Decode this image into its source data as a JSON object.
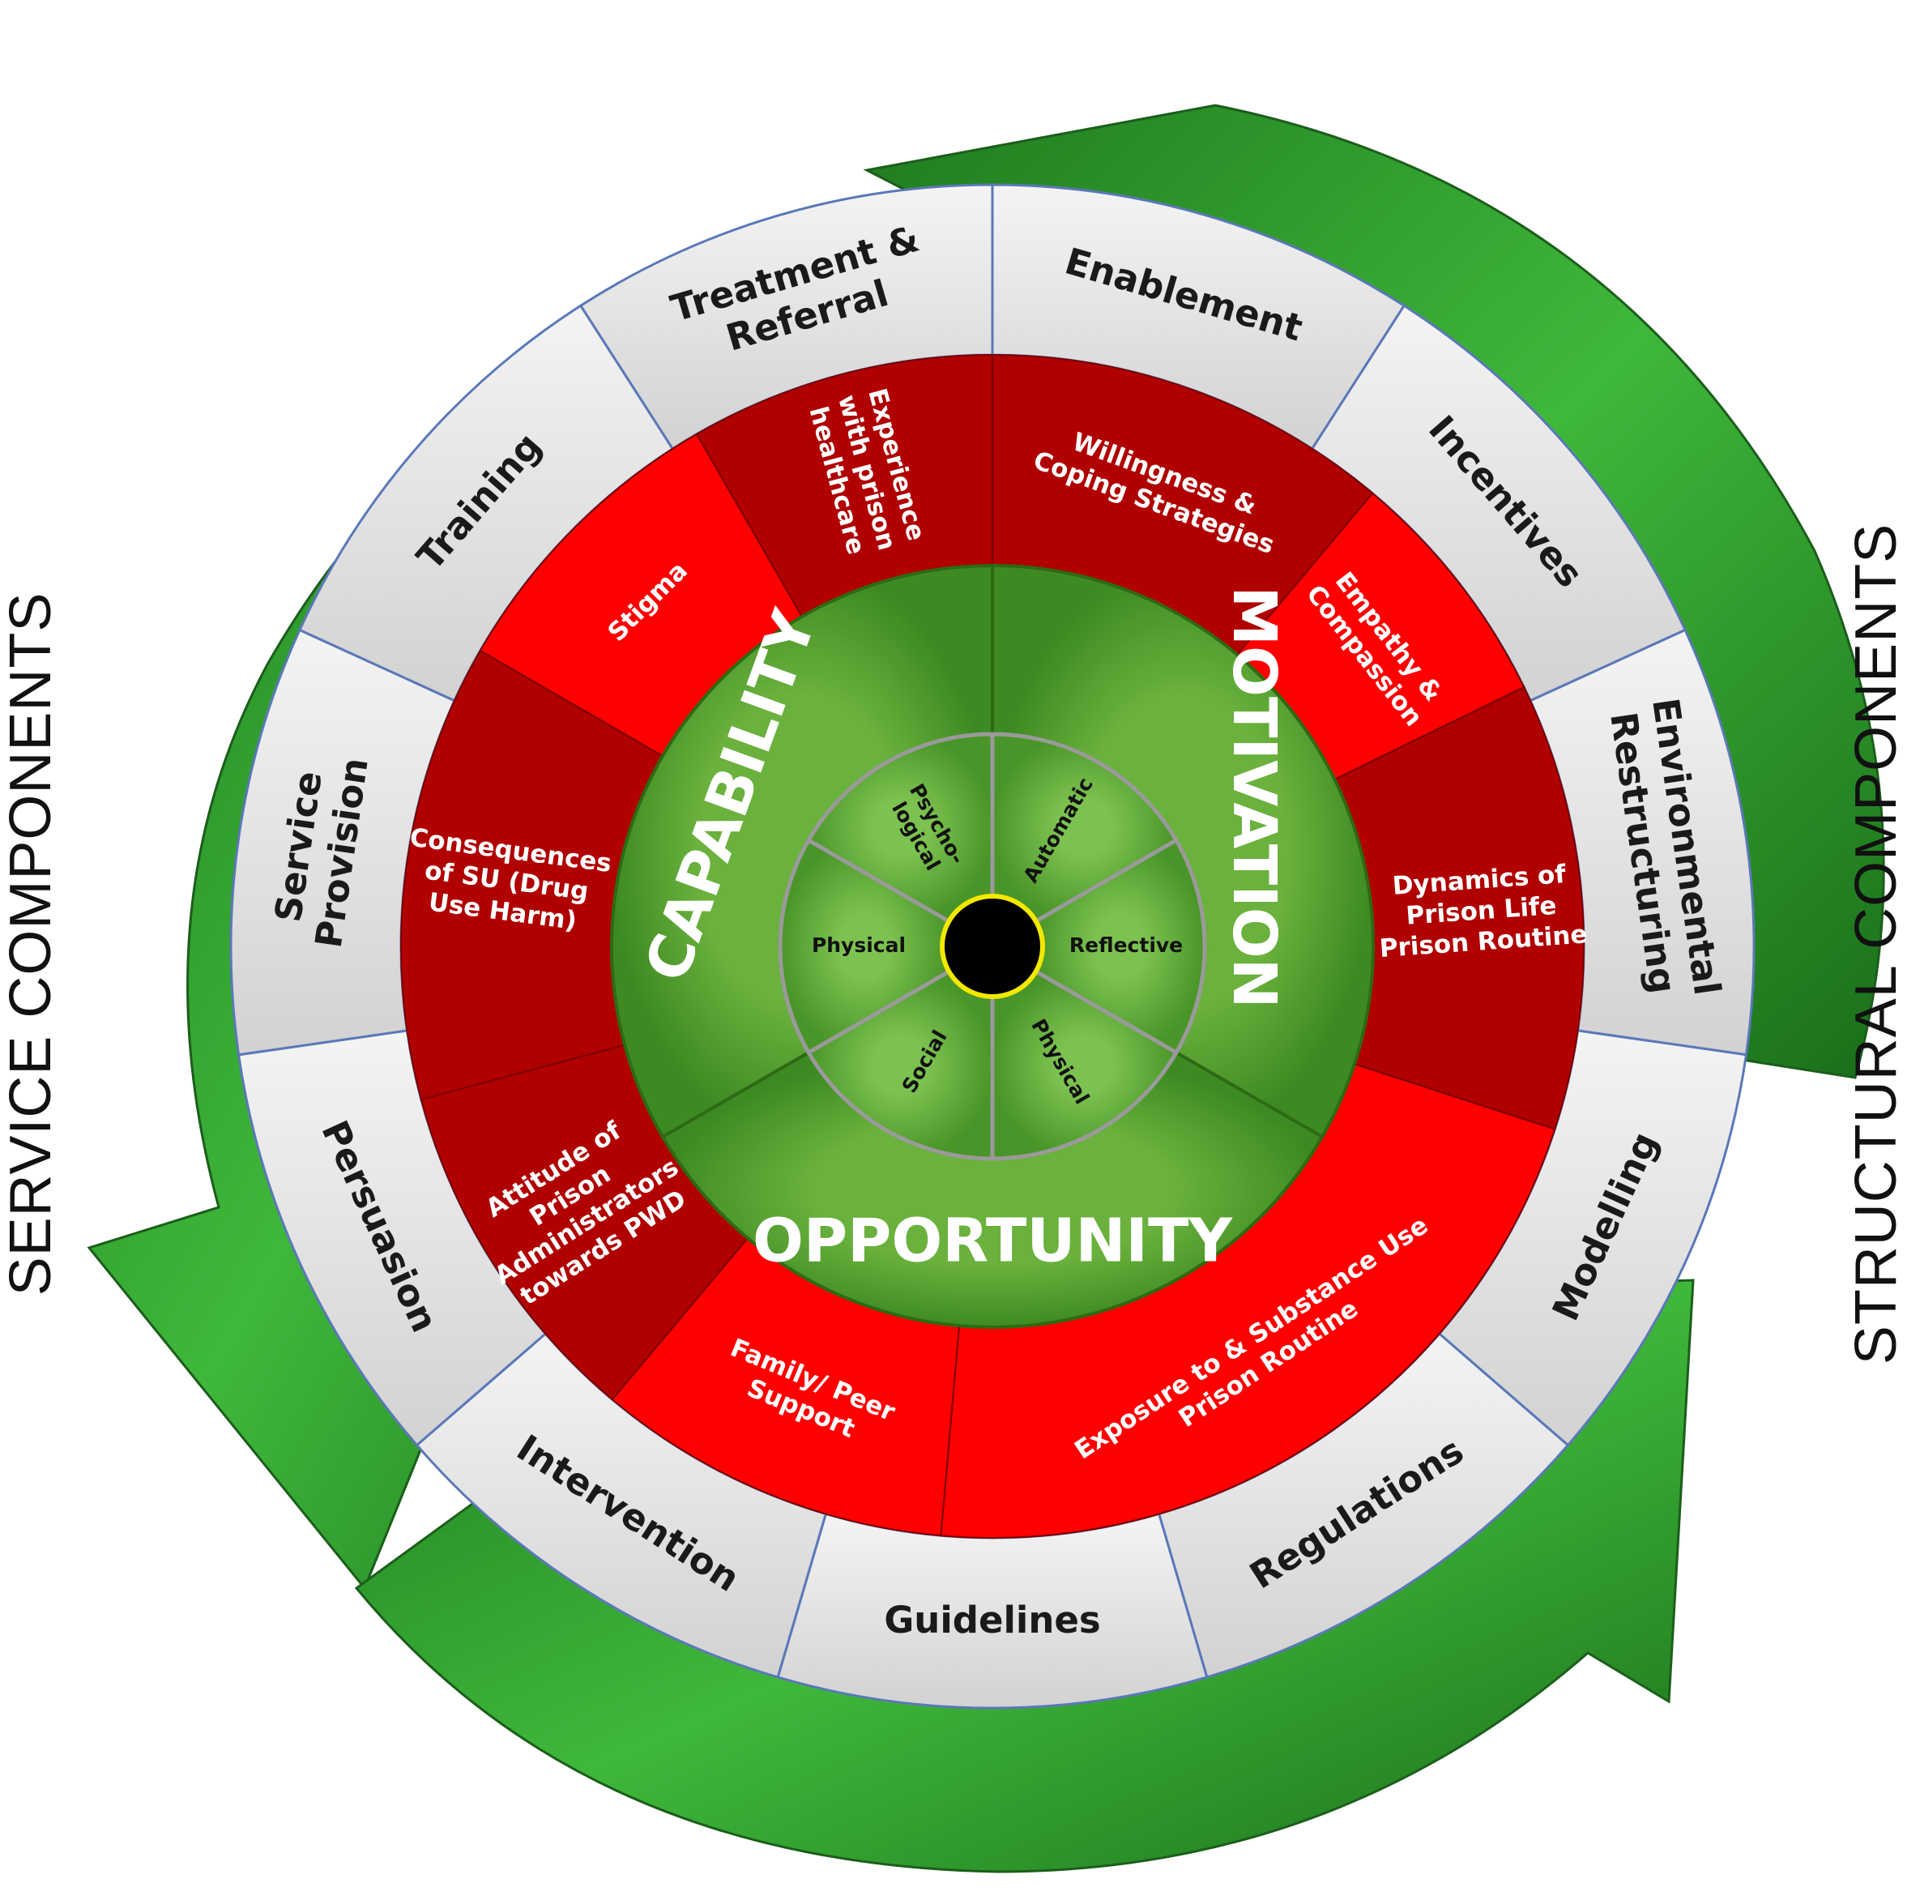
{
  "side_labels": {
    "left": "SERVICE COMPONENTS",
    "right": "STRUCTURAL COMPONENTS"
  },
  "outer_ring": [
    {
      "lines": [
        "Enablement"
      ]
    },
    {
      "lines": [
        "Incentives"
      ]
    },
    {
      "lines": [
        "Environmental",
        "Restructuring"
      ]
    },
    {
      "lines": [
        "Modelling"
      ]
    },
    {
      "lines": [
        "Regulations"
      ]
    },
    {
      "lines": [
        "Guidelines"
      ]
    },
    {
      "lines": [
        "Intervention"
      ]
    },
    {
      "lines": [
        "Persuasion"
      ]
    },
    {
      "lines": [
        "Service",
        "Provision"
      ]
    },
    {
      "lines": [
        "Training"
      ]
    },
    {
      "lines": [
        "Treatment &",
        "Referral"
      ]
    }
  ],
  "red_ring": [
    {
      "lines": [
        "Willingness &",
        "Coping Strategies"
      ]
    },
    {
      "lines": [
        "Empathy &",
        "Compassion"
      ]
    },
    {
      "lines": [
        "Dynamics of",
        "Prison Life",
        "Prison Routine"
      ]
    },
    {
      "lines": [
        "Exposure to & Substance Use",
        "Prison Routine"
      ]
    },
    {
      "lines": [
        "Family/ Peer",
        "Support"
      ]
    },
    {
      "lines": [
        "Attitude of",
        "Prison",
        "Administrators",
        "towards PWD"
      ]
    },
    {
      "lines": [
        "Consequences",
        "of SU (Drug",
        "Use Harm)"
      ]
    },
    {
      "lines": [
        "Stigma"
      ]
    },
    {
      "lines": [
        "Experience",
        "with prison",
        "healthcare"
      ]
    }
  ],
  "com_ring": [
    {
      "label": "MOTIVATION"
    },
    {
      "label": "OPPORTUNITY"
    },
    {
      "label": "CAPABILITY"
    }
  ],
  "inner_ring": [
    {
      "lines": [
        "Automatic"
      ]
    },
    {
      "lines": [
        "Reflective"
      ]
    },
    {
      "lines": [
        "Physical"
      ]
    },
    {
      "lines": [
        "Social"
      ]
    },
    {
      "lines": [
        "Physical"
      ]
    },
    {
      "lines": [
        "Psycho-",
        "logical"
      ]
    }
  ],
  "colors": {
    "arrow_green": "#2e9a2a",
    "ring_green": "#4c9a2a",
    "red_bright": "#ff0000",
    "red_dark": "#b00000",
    "outer_gray": "#e2e2e2",
    "border_blue": "#5a78b8"
  }
}
